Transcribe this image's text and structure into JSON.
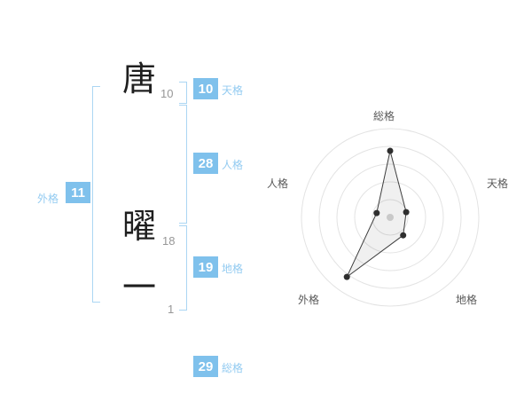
{
  "name_analysis": {
    "characters": [
      {
        "char": "唐",
        "strokes": "10"
      },
      {
        "char": "曜",
        "strokes": "18"
      },
      {
        "char": "一",
        "strokes": "1"
      }
    ],
    "kaku": {
      "tenkaku": {
        "label": "天格",
        "value": "10"
      },
      "jinkaku": {
        "label": "人格",
        "value": "28"
      },
      "chikaku": {
        "label": "地格",
        "value": "19"
      },
      "gaikaku": {
        "label": "外格",
        "value": "11"
      },
      "soukaku": {
        "label": "総格",
        "value": "29"
      }
    }
  },
  "chart_data": {
    "type": "radar",
    "axes": [
      "総格",
      "天格",
      "地格",
      "外格",
      "人格"
    ],
    "kaku_values": [
      29,
      10,
      19,
      11,
      28
    ],
    "values_fraction": [
      0.75,
      0.19,
      0.25,
      0.83,
      0.16
    ],
    "rings": 5,
    "legend": "none",
    "colors": {
      "ring": "#e3e3e3",
      "polygon_fill": "rgba(0,0,0,0.06)",
      "polygon_stroke": "#3d3d3d",
      "vertex": "#2e2e2e",
      "center_dot": "#c9c9c9"
    }
  },
  "colors": {
    "accent_blue": "#7fc1ec",
    "label_blue": "#93cbf1",
    "bracket_blue": "#abd6f3"
  }
}
